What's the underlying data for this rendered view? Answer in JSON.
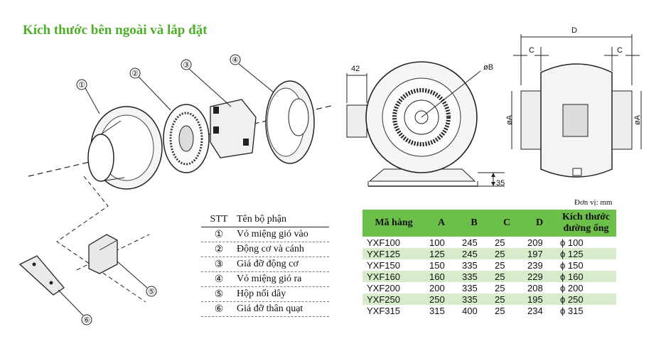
{
  "title": "Kích thước bên ngoài và lắp đặt",
  "callouts": [
    "①",
    "②",
    "③",
    "④",
    "⑤",
    "⑥"
  ],
  "dimension_labels": {
    "d42": "42",
    "phiB": "øB",
    "d35": "35",
    "D": "D",
    "C1": "C",
    "C2": "C",
    "phiA1": "øA",
    "phiA2": "øA"
  },
  "parts_table": {
    "headers": {
      "stt": "STT",
      "name": "Tên bộ phận"
    },
    "rows": [
      {
        "num": "①",
        "name": "Vỏ miệng gió vào"
      },
      {
        "num": "②",
        "name": "Động cơ và cánh"
      },
      {
        "num": "③",
        "name": "Giá đỡ động cơ"
      },
      {
        "num": "④",
        "name": "Vỏ miệng gió ra"
      },
      {
        "num": "⑤",
        "name": "Hộp nối dây"
      },
      {
        "num": "⑥",
        "name": "Giá đỡ thân quạt"
      }
    ]
  },
  "unit_note": "Đơn vị: mm",
  "spec_table": {
    "headers": {
      "model": "Mã hàng",
      "a": "A",
      "b": "B",
      "c": "C",
      "d": "D",
      "pipe": "Kích thước đường ống"
    },
    "rows": [
      {
        "model": "YXF100",
        "a": "100",
        "b": "245",
        "c": "25",
        "d": "209",
        "pipe": "ϕ 100"
      },
      {
        "model": "YXF125",
        "a": "125",
        "b": "245",
        "c": "25",
        "d": "197",
        "pipe": "ϕ 125"
      },
      {
        "model": "YXF150",
        "a": "150",
        "b": "335",
        "c": "25",
        "d": "239",
        "pipe": "ϕ 150"
      },
      {
        "model": "YXF160",
        "a": "160",
        "b": "335",
        "c": "25",
        "d": "229",
        "pipe": "ϕ 160"
      },
      {
        "model": "YXF200",
        "a": "200",
        "b": "335",
        "c": "25",
        "d": "208",
        "pipe": "ϕ 200"
      },
      {
        "model": "YXF250",
        "a": "250",
        "b": "335",
        "c": "25",
        "d": "195",
        "pipe": "ϕ 250"
      },
      {
        "model": "YXF315",
        "a": "315",
        "b": "400",
        "c": "25",
        "d": "234",
        "pipe": "ϕ 315"
      }
    ]
  },
  "colors": {
    "accent": "#4fae2a",
    "header_bg": "#6cc04a",
    "row_alt": "#d7ecca"
  }
}
